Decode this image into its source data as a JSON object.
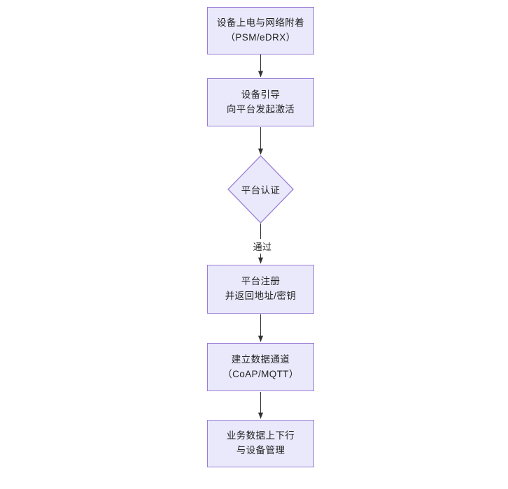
{
  "diagram": {
    "type": "flowchart",
    "orientation": "top-to-bottom",
    "background": "#ffffff",
    "style": {
      "node_fill": "#eae9fb",
      "node_border": "#9b7fd4",
      "text_color": "#232323",
      "edge_color": "#333333"
    },
    "nodes": [
      {
        "id": "n1",
        "shape": "rectangle",
        "lines": [
          "设备上电与网络附着",
          "（PSM/eDRX）"
        ]
      },
      {
        "id": "n2",
        "shape": "rectangle",
        "lines": [
          "设备引导",
          "向平台发起激活"
        ]
      },
      {
        "id": "n3",
        "shape": "diamond",
        "lines": [
          "平台认证"
        ]
      },
      {
        "id": "n4",
        "shape": "rectangle",
        "lines": [
          "平台注册",
          "并返回地址/密钥"
        ]
      },
      {
        "id": "n5",
        "shape": "rectangle",
        "lines": [
          "建立数据通道",
          "（CoAP/MQTT）"
        ]
      },
      {
        "id": "n6",
        "shape": "rectangle",
        "lines": [
          "业务数据上下行",
          "与设备管理"
        ]
      }
    ],
    "edges": [
      {
        "id": "e1",
        "from": "n1",
        "to": "n2",
        "label": ""
      },
      {
        "id": "e2",
        "from": "n2",
        "to": "n3",
        "label": ""
      },
      {
        "id": "e3",
        "from": "n3",
        "to": "n4",
        "label": "通过"
      },
      {
        "id": "e4",
        "from": "n4",
        "to": "n5",
        "label": ""
      },
      {
        "id": "e5",
        "from": "n5",
        "to": "n6",
        "label": ""
      }
    ]
  }
}
